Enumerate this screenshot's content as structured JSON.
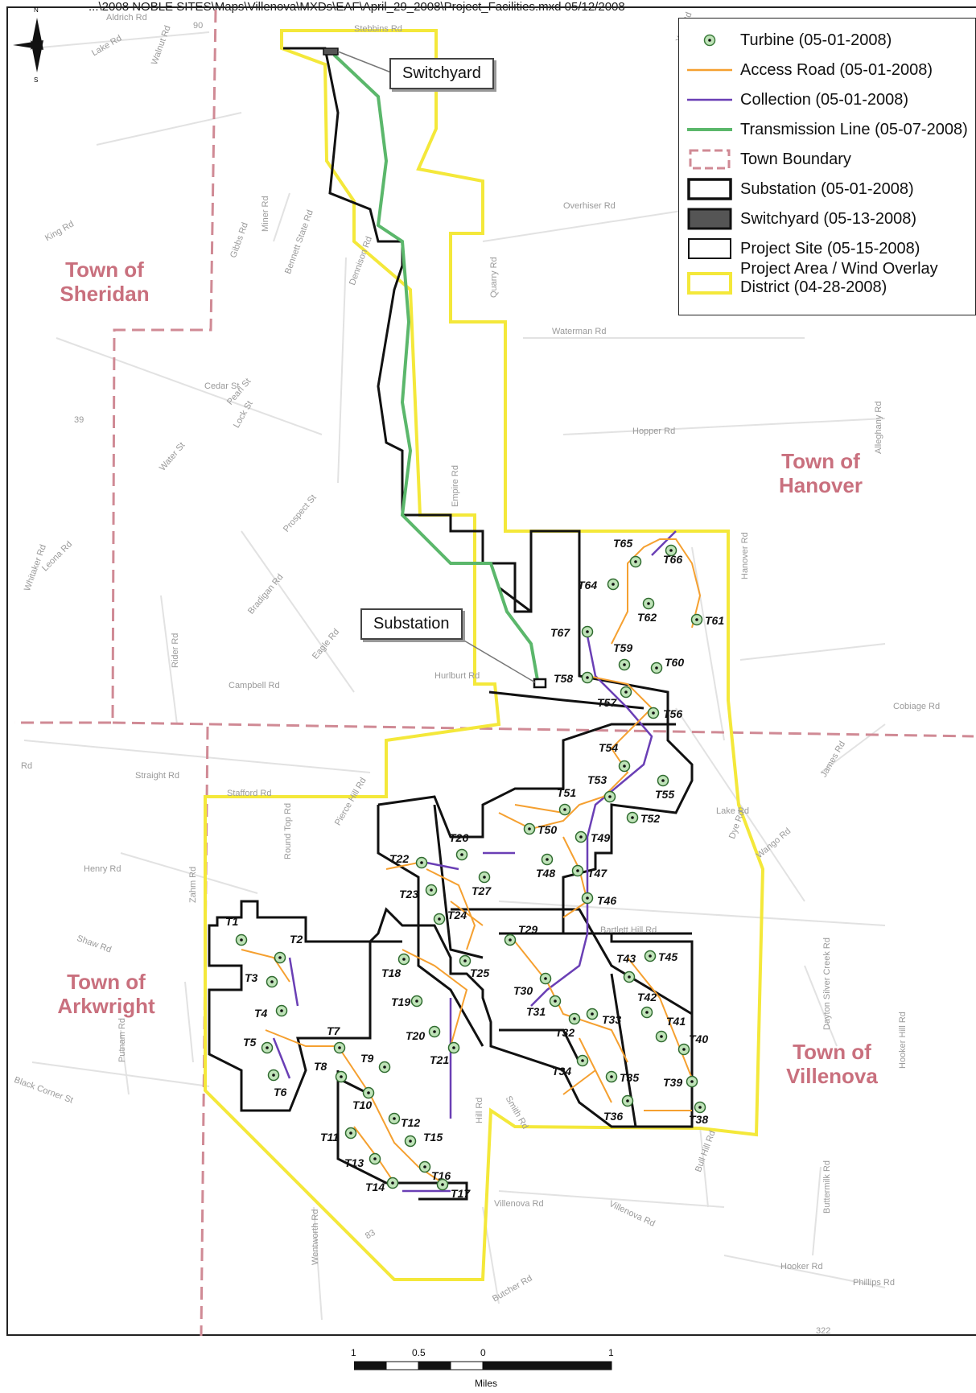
{
  "header": {
    "path": "...\\2008 NOBLE SITES\\Maps\\Villenova\\MXDs\\EAF\\April_29_2008\\Project_Facilities.mxd 05/12/2008"
  },
  "north_arrow": {
    "label_n": "N",
    "label_s": "S"
  },
  "callouts": {
    "switchyard": "Switchyard",
    "substation": "Substation"
  },
  "legend": {
    "items": [
      {
        "label": "Turbine (05-01-2008)",
        "symbol": "turbine-icon"
      },
      {
        "label": "Access Road (05-01-2008)",
        "symbol": "orange-line",
        "color": "#f5a030"
      },
      {
        "label": "Collection (05-01-2008)",
        "symbol": "purple-line",
        "color": "#6a3fb5"
      },
      {
        "label": "Transmission Line (05-07-2008)",
        "symbol": "green-line",
        "color": "#5bb76b"
      },
      {
        "label": "Town Boundary",
        "symbol": "pink-dashed-box",
        "color": "#d08a95"
      },
      {
        "label": "Substation (05-01-2008)",
        "symbol": "black-box"
      },
      {
        "label": "Switchyard (05-13-2008)",
        "symbol": "dark-filled-box",
        "color": "#555555"
      },
      {
        "label": "Project Site (05-15-2008)",
        "symbol": "thin-black-box"
      },
      {
        "label_line1": "Project Area / Wind Overlay",
        "label_line2": "District (04-28-2008)",
        "symbol": "yellow-box",
        "color": "#f4e83a"
      }
    ]
  },
  "towns": {
    "sheridan": {
      "line1": "Town of",
      "line2": "Sheridan"
    },
    "hanover": {
      "line1": "Town of",
      "line2": "Hanover"
    },
    "arkwright": {
      "line1": "Town of",
      "line2": "Arkwright"
    },
    "villenova": {
      "line1": "Town of",
      "line2": "Villenova"
    }
  },
  "roads": [
    "Aldrich Rd",
    "Lake Rd",
    "90",
    "Stebbins Rd",
    "York Rd",
    "King Rd",
    "Walnut Rd",
    "Gibbs Rd",
    "Miner Rd",
    "Bennett State Rd",
    "Dennison Rd",
    "Quarry Rd",
    "Overhiser Rd",
    "Waterman Rd",
    "Cedar St",
    "Pearl St",
    "Lock St",
    "39",
    "Water St",
    "Hopper Rd",
    "Alleghany Rd",
    "Prospect St",
    "Empire Rd",
    "Leona Rd",
    "Whitaker Rd",
    "Bradigan Rd",
    "Eagle Rd",
    "Rider Rd",
    "Campbell Rd",
    "Hurlburt Rd",
    "Hanover Rd",
    "Cobiage Rd",
    "Straight Rd",
    "Stafford Rd",
    "Round Top Rd",
    "Pierce Hill Rd",
    "Zahm Rd",
    "Henry Rd",
    "Shaw Rd",
    "Lake Rd",
    "Dye Rd",
    "James Rd",
    "Wango Rd",
    "Dayton Silver Creek Rd",
    "Bartlett Hill Rd",
    "Putnam Rd",
    "Black Corner St",
    "Smith Rd",
    "Hill Rd",
    "Hooker Hill Rd",
    "Bull Hill Rd",
    "Villenova Rd",
    "Villenova Rd",
    "Buttermilk Rd",
    "Wentworth Rd",
    "83",
    "Butcher Rd",
    "Hooker Rd",
    "Phillips Rd",
    "322",
    "Rd"
  ],
  "turbines": [
    "T1",
    "T2",
    "T3",
    "T4",
    "T5",
    "T6",
    "T7",
    "T8",
    "T9",
    "T10",
    "T11",
    "T12",
    "T13",
    "T14",
    "T15",
    "T16",
    "T17",
    "T18",
    "T19",
    "T20",
    "T21",
    "T22",
    "T23",
    "T24",
    "T25",
    "T26",
    "T27",
    "T29",
    "T30",
    "T31",
    "T32",
    "T33",
    "T34",
    "T35",
    "T36",
    "T38",
    "T39",
    "T40",
    "T41",
    "T42",
    "T43",
    "T45",
    "T46",
    "T47",
    "T48",
    "T49",
    "T50",
    "T51",
    "T52",
    "T53",
    "T54",
    "T55",
    "T56",
    "T57",
    "T58",
    "T59",
    "T60",
    "T61",
    "T62",
    "T64",
    "T65",
    "T66",
    "T67"
  ],
  "scale": {
    "t1": "1",
    "t05": "0.5",
    "t0": "0",
    "t1r": "1",
    "unit": "Miles"
  },
  "colors": {
    "project_area": "#f4e83a",
    "transmission": "#5bb76b",
    "access_road": "#f5a030",
    "collection": "#6a3fb5",
    "town_boundary": "#d08a95",
    "turbine_fill": "#bfe3b8",
    "town_label": "#c9707e"
  }
}
